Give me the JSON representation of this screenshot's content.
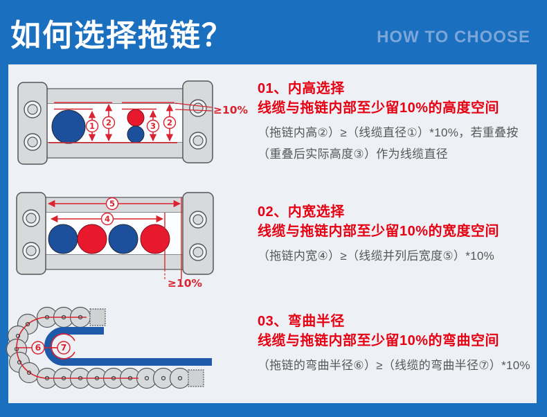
{
  "header": {
    "title": "如何选择拖链？",
    "subtitle": "HOW TO CHOOSE"
  },
  "sections": [
    {
      "heading": "01、内高选择",
      "subheading": "线缆与拖链内部至少留10%的高度空间",
      "body": "（拖链内高②）≥（线缆直径①）*10%，若重叠按（重叠后实际高度③）作为线缆直径"
    },
    {
      "heading": "02、内宽选择",
      "subheading": "线缆与拖链内部至少留10%的宽度空间",
      "body": "（拖链内宽④）≥（线缆并列后宽度⑤）*10%"
    },
    {
      "heading": "03、弯曲半径",
      "subheading": "线缆与拖链内部至少留10%的弯曲空间",
      "body": "（拖链的弯曲半径⑥）≥（线缆的弯曲半径⑦）*10%"
    }
  ],
  "diagrams": {
    "inner_height": {
      "gap_label": "≥10%",
      "callouts": {
        "cable_diameter": "1",
        "inner_height_left": "2",
        "stacked_height": "3",
        "inner_height_right": "2"
      }
    },
    "inner_width": {
      "gap_label": "≥10%",
      "callouts": {
        "cables_width": "5",
        "inner_width": "4"
      }
    },
    "bend_radius": {
      "callouts": {
        "chain_radius": "6",
        "cable_radius": "7"
      }
    }
  },
  "colors": {
    "header_blue": "#1b6fbf",
    "subtitle_blue": "#7ba6d9",
    "accent_red": "#e60012",
    "dimension_red": "#d9232e",
    "cable_blue": "#1c4f9c",
    "cable_red": "#e8192d",
    "body_text": "#565656",
    "panel_bg": "#edf1f6",
    "frame_gray": "#d8d9da",
    "frame_outline": "#55565a"
  }
}
